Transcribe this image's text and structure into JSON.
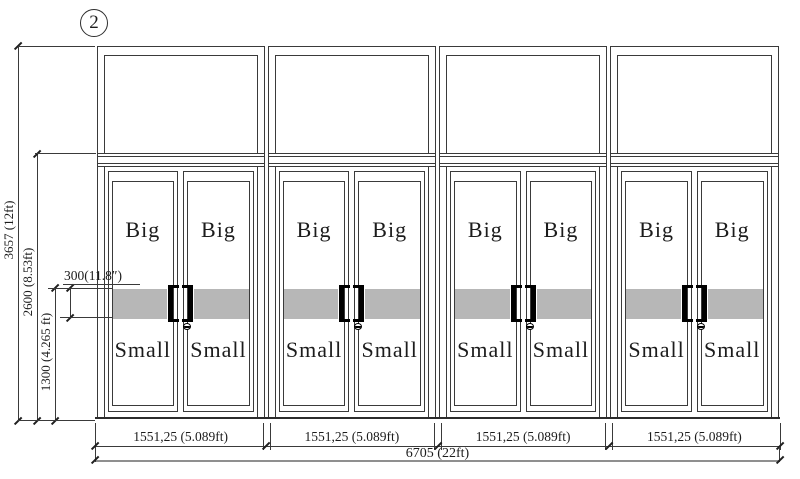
{
  "sheet": {
    "bubble_label": "2"
  },
  "facade": {
    "units": [
      {
        "big": "Big",
        "small": "Small",
        "width_label": "1551,25 (5.089ft)"
      },
      {
        "big": "Big",
        "small": "Small",
        "width_label": "1551,25 (5.089ft)"
      },
      {
        "big": "Big",
        "small": "Small",
        "width_label": "1551,25 (5.089ft)"
      },
      {
        "big": "Big",
        "small": "Small",
        "width_label": "1551,25 (5.089ft)"
      }
    ]
  },
  "dims": {
    "total_height": "3657 (12ft)",
    "door_height": "2600 (8.53ft)",
    "handle_level_height": "1300 (4.265 ft)",
    "push_band_height": "300(11.8″)",
    "total_width": "6705 (22ft)"
  },
  "colors": {
    "line": "#3a3a3a",
    "push_band": "#b7b7b7",
    "handle": "#000000"
  }
}
